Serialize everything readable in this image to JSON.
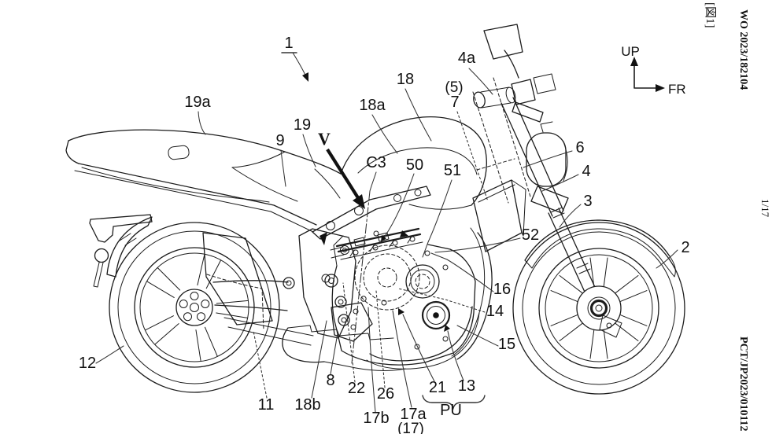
{
  "page": {
    "figure_tag": "[図1]",
    "publication_number": "WO 2023/182104",
    "page_indicator": "1/17",
    "application_number": "PCT/JP2023/010112"
  },
  "orientation": {
    "up": "UP",
    "front": "FR"
  },
  "figure": {
    "callouts": {
      "n1": "1",
      "n19a": "19a",
      "n9": "9",
      "n19": "19",
      "v": "V",
      "c3": "C3",
      "n50": "50",
      "n18a": "18a",
      "n18": "18",
      "n51": "51",
      "n5": "(5)",
      "n7": "7",
      "n4a": "4a",
      "n6": "6",
      "n4": "4",
      "n3": "3",
      "n2": "2",
      "n52": "52",
      "n16": "16",
      "n14": "14",
      "n15": "15",
      "n13": "13",
      "n21": "21",
      "pu": "PU",
      "n17a": "17a",
      "n17": "(17)",
      "n17b": "17b",
      "n26": "26",
      "n22": "22",
      "n8": "8",
      "n18b": "18b",
      "n11": "11",
      "n12": "12"
    }
  }
}
